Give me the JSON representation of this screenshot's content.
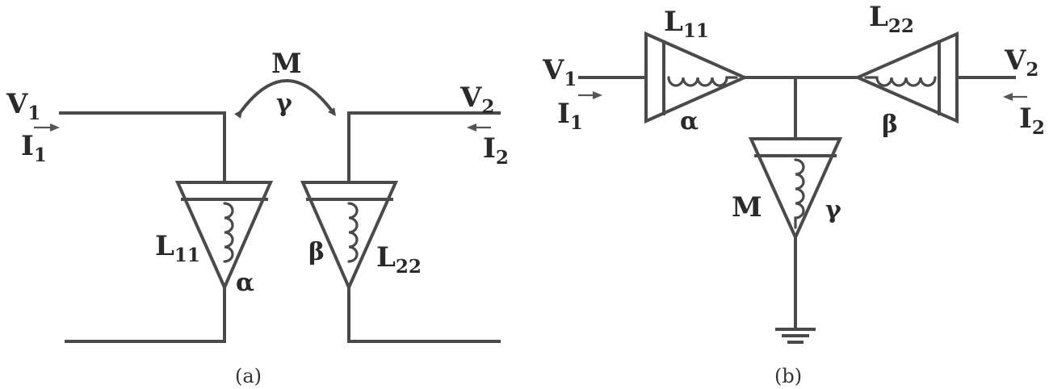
{
  "panel_a": {
    "caption": "(a)",
    "v1": {
      "main": "V",
      "sub": "1"
    },
    "i1": {
      "main": "I",
      "sub": "1"
    },
    "v2": {
      "main": "V",
      "sub": "2"
    },
    "i2": {
      "main": "I",
      "sub": "2"
    },
    "mutual": "M",
    "gamma": "γ",
    "l11": {
      "main": "L",
      "sub": "11"
    },
    "alpha": "α",
    "beta": "β",
    "l22": {
      "main": "L",
      "sub": "22"
    }
  },
  "panel_b": {
    "caption": "(b)",
    "v1": {
      "main": "V",
      "sub": "1"
    },
    "i1": {
      "main": "I",
      "sub": "1"
    },
    "v2": {
      "main": "V",
      "sub": "2"
    },
    "i2": {
      "main": "I",
      "sub": "2"
    },
    "l11": {
      "main": "L",
      "sub": "11"
    },
    "alpha": "α",
    "l22": {
      "main": "L",
      "sub": "22"
    },
    "beta": "β",
    "mutual": "M",
    "gamma": "γ"
  }
}
